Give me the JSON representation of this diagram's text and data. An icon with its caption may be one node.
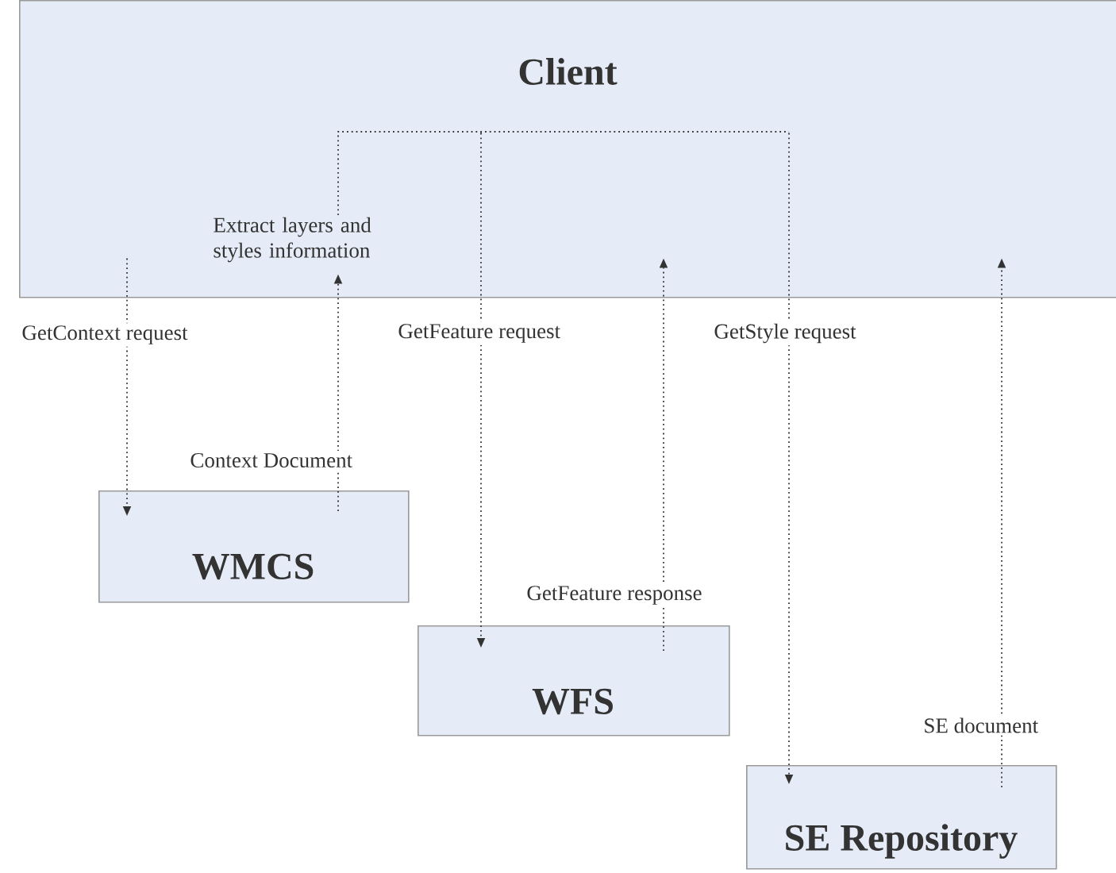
{
  "diagram": {
    "nodes": [
      {
        "text": [
          "Client"
        ]
      },
      {
        "text": [
          "WMCS"
        ]
      },
      {
        "text": [
          "WFS"
        ]
      },
      {
        "text": [
          "SE Repository"
        ]
      }
    ],
    "edges": [
      {
        "from": 0,
        "to": 1,
        "arrow": "to",
        "label": "GetContext request"
      },
      {
        "from": 1,
        "to": 0,
        "arrow": "to",
        "label": "Context Document"
      },
      {
        "from": 0,
        "to": 2,
        "arrow": "to",
        "label": "GetFeature request"
      },
      {
        "from": 2,
        "to": 0,
        "arrow": "to",
        "label": "GetFeature response"
      },
      {
        "from": 0,
        "to": 3,
        "arrow": "to",
        "label": "GetStyle request"
      },
      {
        "from": 3,
        "to": 0,
        "arrow": "to",
        "label": "SE document"
      }
    ],
    "labels": [
      "Extract layers and styles information"
    ]
  }
}
